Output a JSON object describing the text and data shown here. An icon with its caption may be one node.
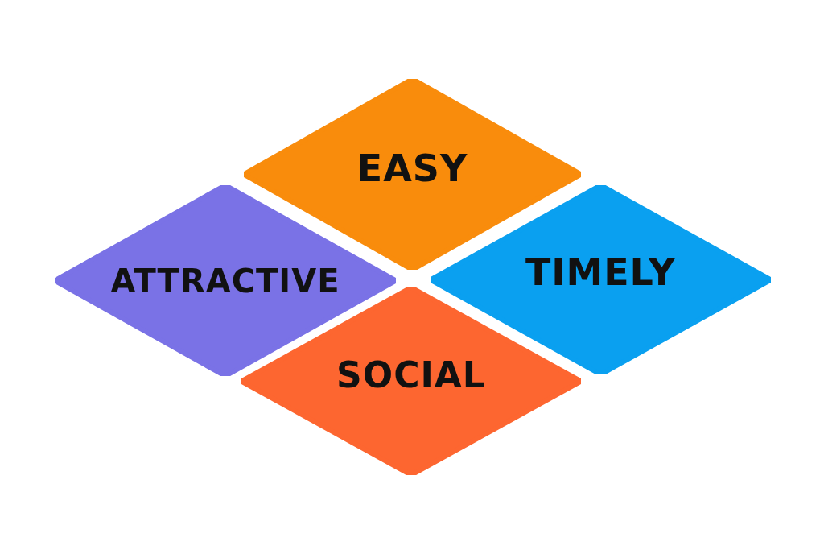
{
  "diagram": {
    "nodes": [
      {
        "text": [
          "EASY"
        ]
      },
      {
        "text": [
          "ATTRACTIVE"
        ]
      },
      {
        "text": [
          "TIMELY"
        ]
      },
      {
        "text": [
          "SOCIAL"
        ]
      }
    ]
  }
}
